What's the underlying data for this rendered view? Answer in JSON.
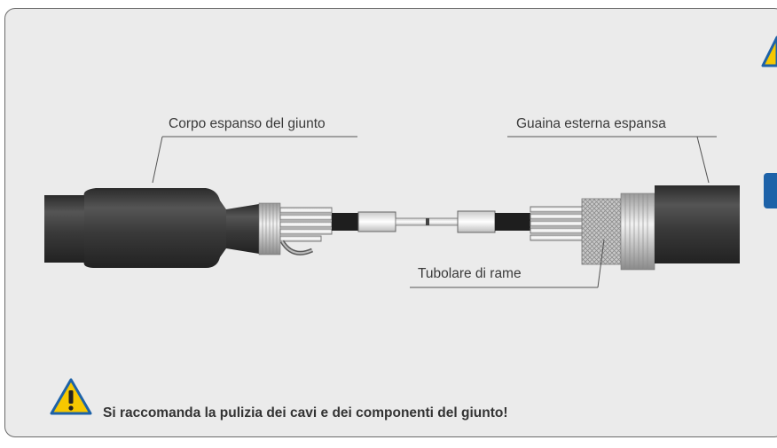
{
  "labels": {
    "joint_body": "Corpo espanso del giunto",
    "outer_sheath": "Guaina esterna espansa",
    "copper_tube": "Tubolare di rame"
  },
  "warning": {
    "text": "Si raccomanda la pulizia dei cavi e dei componenti del giunto!",
    "icon": "warning-triangle-icon"
  },
  "colors": {
    "panel_bg": "#ebebeb",
    "cable_dark": "#3c3c3c",
    "warning_yellow": "#f6c800",
    "accent_blue": "#1d62a8"
  }
}
